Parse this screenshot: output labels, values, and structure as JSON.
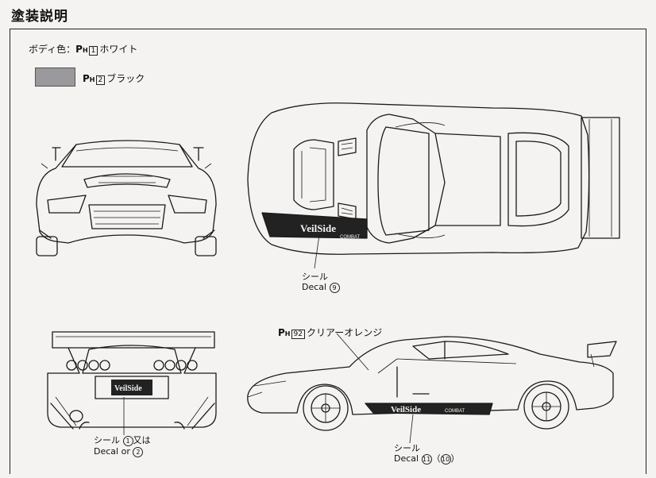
{
  "header": {
    "title": "塗装説明"
  },
  "body_color": {
    "label": "ボディ色：",
    "ph": "P",
    "ph_sub": "H",
    "code": "1",
    "name": "ホワイト"
  },
  "black_color": {
    "ph": "P",
    "ph_sub": "H",
    "code": "2",
    "name": "ブラック"
  },
  "clear_orange": {
    "ph": "P",
    "ph_sub": "H",
    "code": "92",
    "name": "クリアーオレンジ"
  },
  "callouts": {
    "top": {
      "jp": "シール",
      "en": "Decal",
      "num": "9"
    },
    "rear": {
      "jp": "シール",
      "en": "Decal",
      "num1": "1",
      "mid_jp": "又は",
      "mid_en": "or",
      "num2": "2"
    },
    "side": {
      "jp": "シール",
      "en": "Decal",
      "num1": "11",
      "num2": "10"
    }
  },
  "decal_text": {
    "brand": "VeilSide",
    "sub": "COMBAT"
  },
  "colors": {
    "swatch_black": "#9a9a9c",
    "line": "#1a1a1a",
    "paper": "#f4f3f1"
  },
  "icons": [
    "front-view",
    "top-view",
    "rear-view",
    "side-view"
  ]
}
